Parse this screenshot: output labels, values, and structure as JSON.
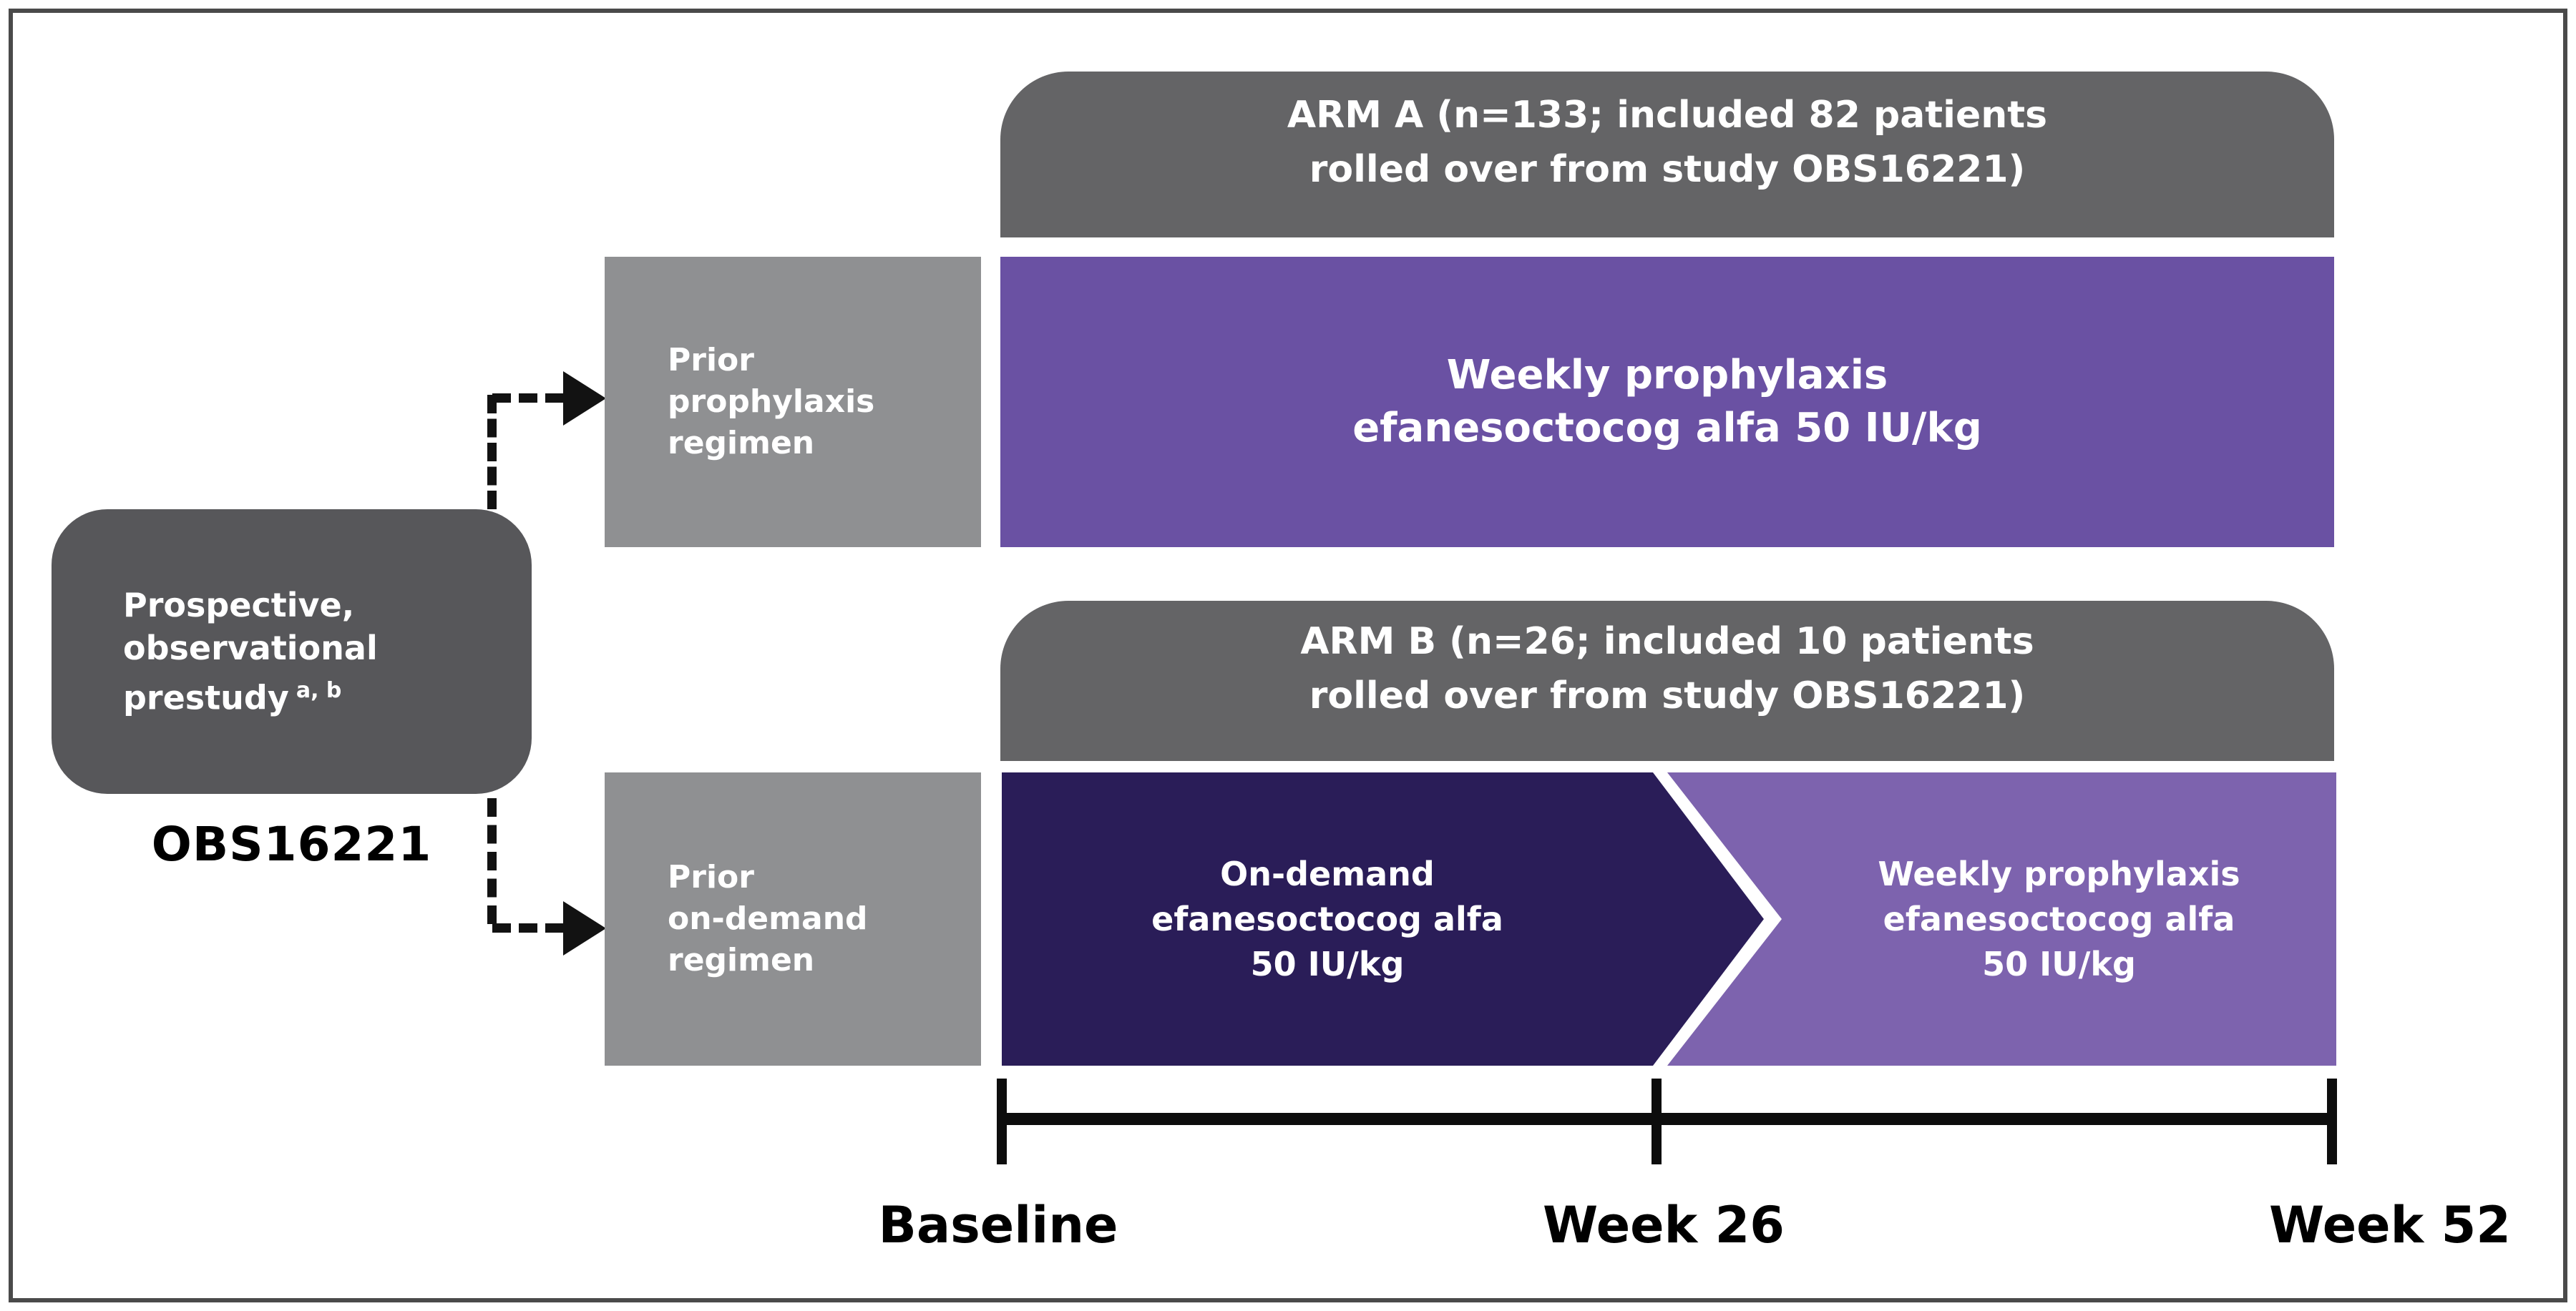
{
  "palette": {
    "frame_gray": "#4a4a4a",
    "header_gray": "#646466",
    "prestudy_gray": "#57575a",
    "regimen_gray": "#8f9092",
    "arm_a_purple": "#6a51a3",
    "arm_b_dark_purple": "#2a1d58",
    "arm_b_light_purple": "#7d63ae",
    "line_black": "#121212",
    "text_white": "#ffffff",
    "text_black": "#000000"
  },
  "prestudy": {
    "lines": [
      "Prospective,",
      "observational",
      "prestudy"
    ],
    "superscript": "a, b",
    "study_id": "OBS16221"
  },
  "regimen_boxes": {
    "prophylaxis": {
      "lines": [
        "Prior",
        "prophylaxis",
        "regimen"
      ]
    },
    "on_demand": {
      "lines": [
        "Prior",
        "on-demand",
        "regimen"
      ]
    }
  },
  "arm_a": {
    "header_lines": [
      "ARM A (n=133; included 82 patients",
      "rolled over from study OBS16221)"
    ],
    "bar_lines": [
      "Weekly prophylaxis",
      "efanesoctocog alfa 50 IU/kg"
    ]
  },
  "arm_b": {
    "header_lines": [
      "ARM B (n=26; included 10 patients",
      "rolled over from study OBS16221)"
    ],
    "on_demand_lines": [
      "On-demand",
      "efanesoctocog alfa",
      "50 IU/kg"
    ],
    "prophylaxis_lines": [
      "Weekly prophylaxis",
      "efanesoctocog alfa",
      "50 IU/kg"
    ]
  },
  "timeline": {
    "labels": [
      "Baseline",
      "Week 26",
      "Week 52"
    ]
  }
}
